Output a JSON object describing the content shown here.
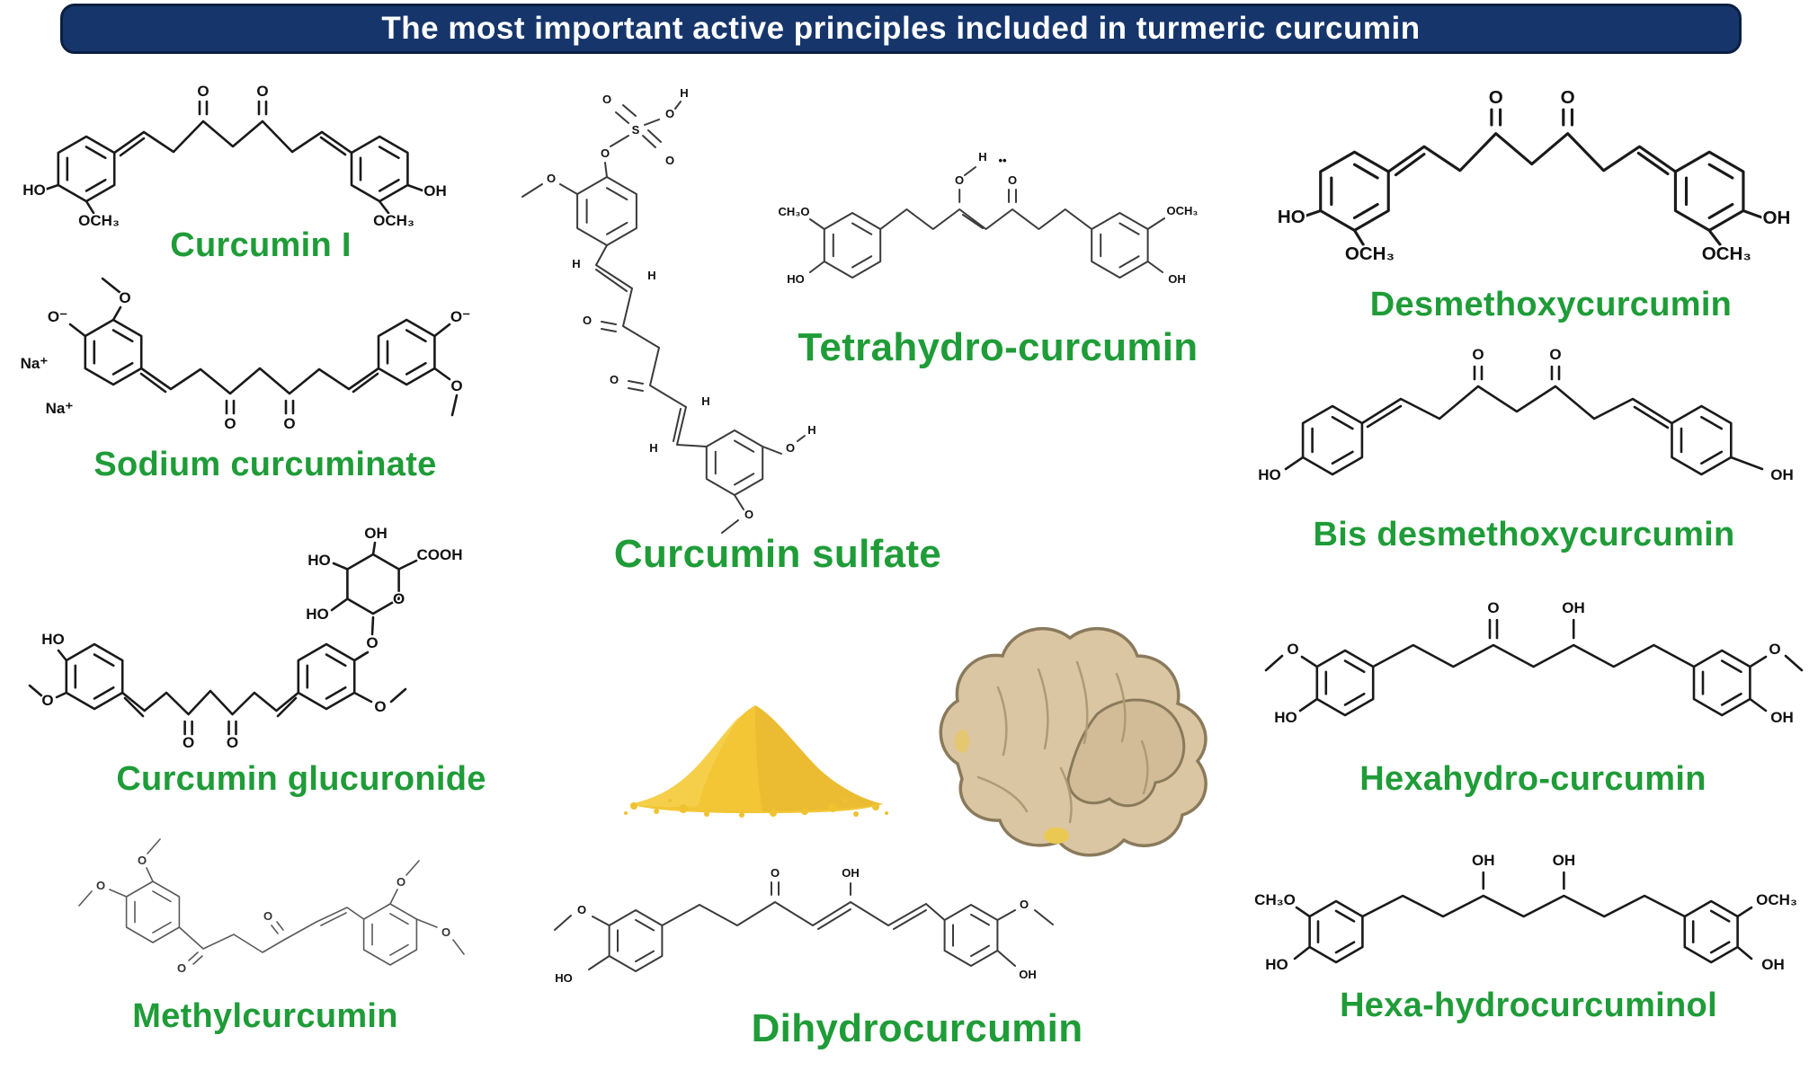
{
  "banner": {
    "title": "The most important active principles included in turmeric curcumin"
  },
  "colors": {
    "banner_bg": "#16356B",
    "banner_border": "#0A1F42",
    "label_green": "#1F9C38",
    "structure_black": "#1A1A1A",
    "powder_yellow": "#F3C636",
    "root_tan": "#DBC6A3",
    "root_outline": "#8A7A5C"
  },
  "atoms": {
    "O": "O",
    "HO": "HO",
    "OH": "OH",
    "OCH3": "OCH₃",
    "CH3O": "CH₃O",
    "COOH": "COOH",
    "NA": "Na⁺",
    "OMINUS": "O⁻",
    "H": "H",
    "S": "S",
    "DOTS": "••"
  },
  "compounds": {
    "curcumin_i": {
      "label": "Curcumin I"
    },
    "sodium_curcuminate": {
      "label": "Sodium curcuminate"
    },
    "curcumin_glucuronide": {
      "label": "Curcumin glucuronide"
    },
    "methylcurcumin": {
      "label": "Methylcurcumin"
    },
    "curcumin_sulfate": {
      "label": "Curcumin sulfate"
    },
    "tetrahydro_curcumin": {
      "label": "Tetrahydro-curcumin"
    },
    "dihydrocurcumin": {
      "label": "Dihydrocurcumin"
    },
    "desmethoxycurcumin": {
      "label": "Desmethoxycurcumin"
    },
    "bis_desmethoxycurcumin": {
      "label": "Bis desmethoxycurcumin"
    },
    "hexahydro_curcumin": {
      "label": "Hexahydro-curcumin"
    },
    "hexa_hydrocurcuminol": {
      "label": "Hexa-hydrocurcuminol"
    }
  },
  "illustration": {
    "powder": "turmeric powder pile",
    "root": "turmeric rhizome"
  }
}
